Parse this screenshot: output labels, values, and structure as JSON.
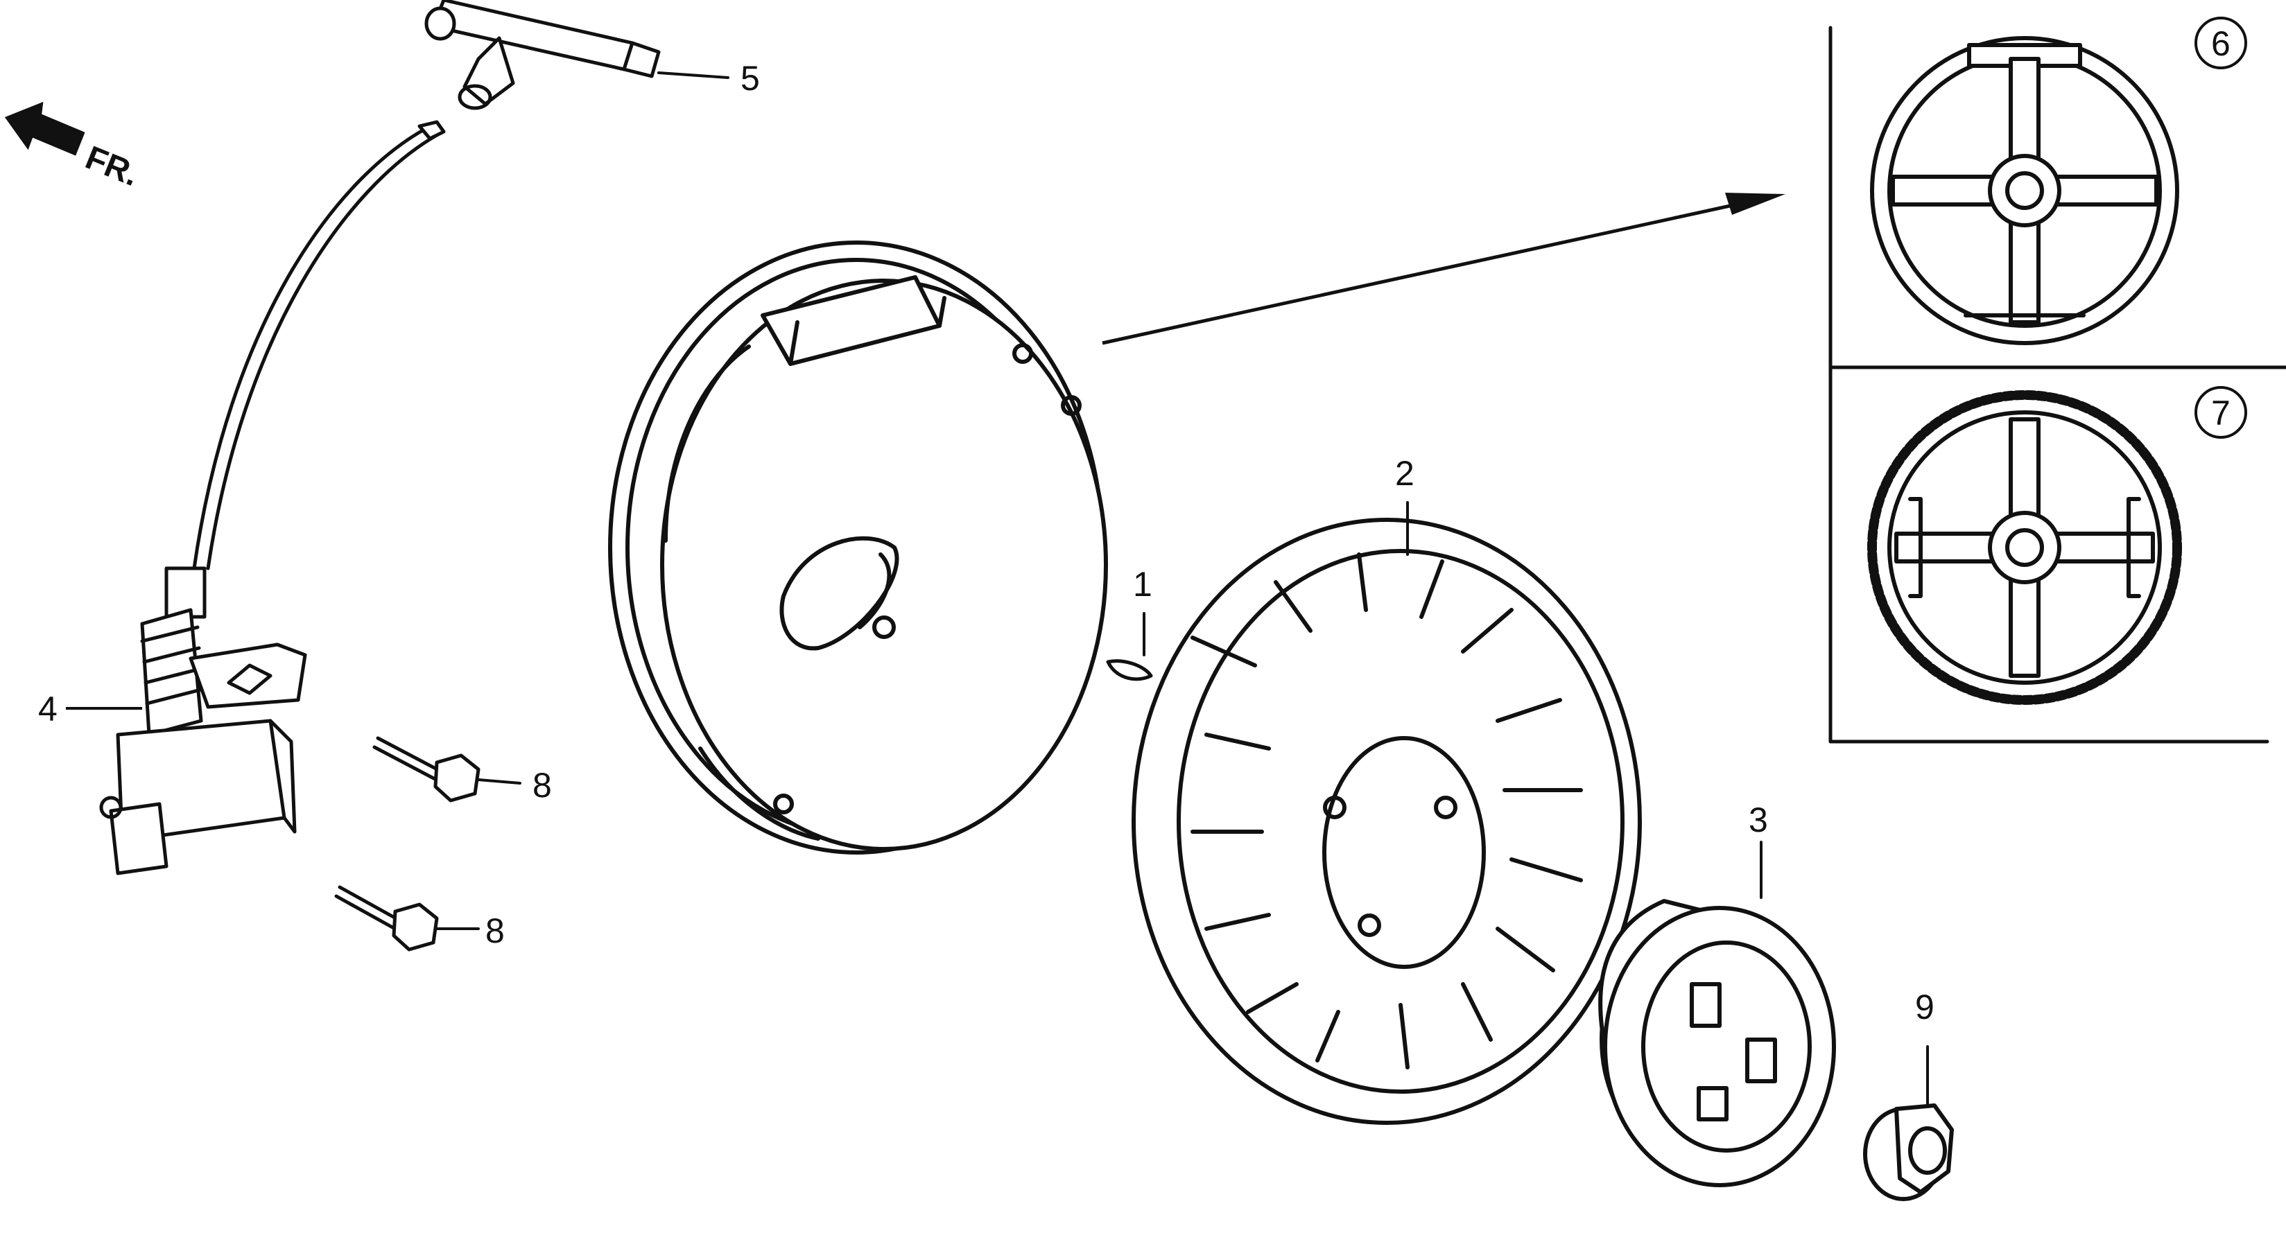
{
  "direction_label": "FR.",
  "callouts": {
    "c1": "1",
    "c2": "2",
    "c3": "3",
    "c4": "4",
    "c5": "5",
    "c6": "6",
    "c7": "7",
    "c8a": "8",
    "c8b": "8",
    "c9": "9"
  },
  "ink_color": "#111111",
  "background_color": "#ffffff"
}
